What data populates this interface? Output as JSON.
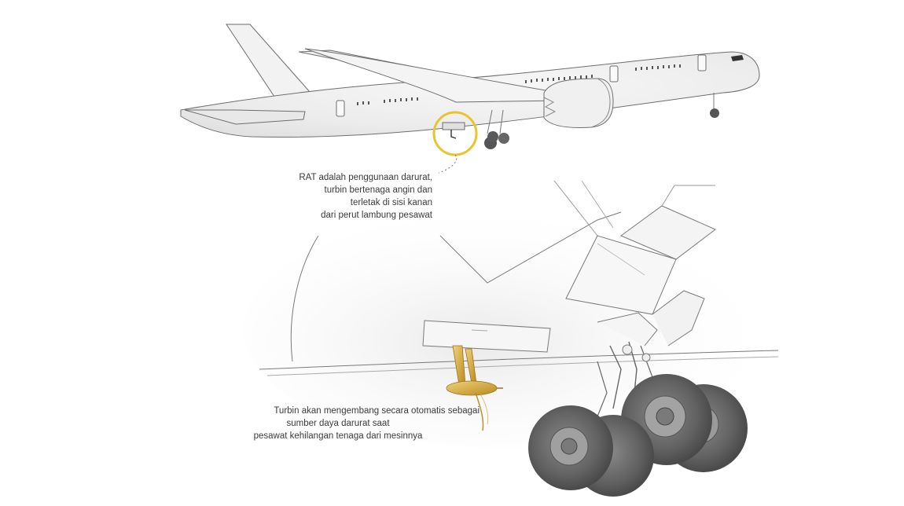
{
  "captions": {
    "rat": {
      "lines": [
        "RAT adalah penggunaan darurat,",
        "turbin bertenaga angin dan",
        "terletak di sisi kanan",
        "dari perut lambung pesawat"
      ]
    },
    "turbine": {
      "lines": [
        "Turbin akan mengembang secara otomatis sebagai",
        "sumber daya darurat saat",
        "pesawat kehilangan tenaga dari mesinnya"
      ]
    }
  },
  "colors": {
    "highlight_ring": "#e8c530",
    "rat_gold": "#d4a733",
    "tire": "#5f5f5f",
    "sketch_line": "#7a7a7a"
  },
  "icons": {
    "rat_marker": "highlight-ring-icon"
  }
}
